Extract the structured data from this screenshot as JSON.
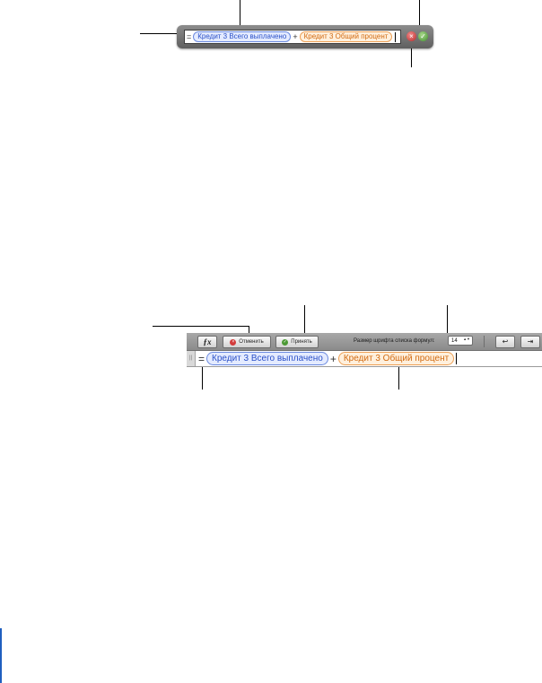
{
  "compact_editor": {
    "equals": "=",
    "plus": "+",
    "token_1": "Кредит 3 Всего выплачено",
    "token_2": "Кредит 3 Общий процент",
    "cancel_glyph": "×",
    "accept_glyph": "✓"
  },
  "formula_bar": {
    "fx_label": "ƒx",
    "cancel_label": "Отменить",
    "accept_label": "Принять",
    "cancel_glyph": "×",
    "accept_glyph": "✓",
    "font_size_label": "Размер шрифта списка формул:",
    "font_size_value": "14",
    "font_size_arrows": "▲▼",
    "return_glyph": "↩",
    "tab_glyph": "⇥",
    "handle_glyph": "||",
    "equals": "=",
    "plus": "+",
    "token_1": "Кредит 3 Всего выплачено",
    "token_2": "Кредит 3 Общий процент"
  },
  "colors": {
    "cell_ref_text": "#2a50c8",
    "cell_ref_fill": "#e4ebff",
    "header_ref_text": "#d26a10",
    "header_ref_fill": "#fff0dd",
    "accent_bar": "#1f5fbf"
  },
  "icons": [
    "cancel-icon",
    "accept-icon",
    "function-icon",
    "return-icon",
    "tab-icon",
    "resize-handle-icon"
  ]
}
